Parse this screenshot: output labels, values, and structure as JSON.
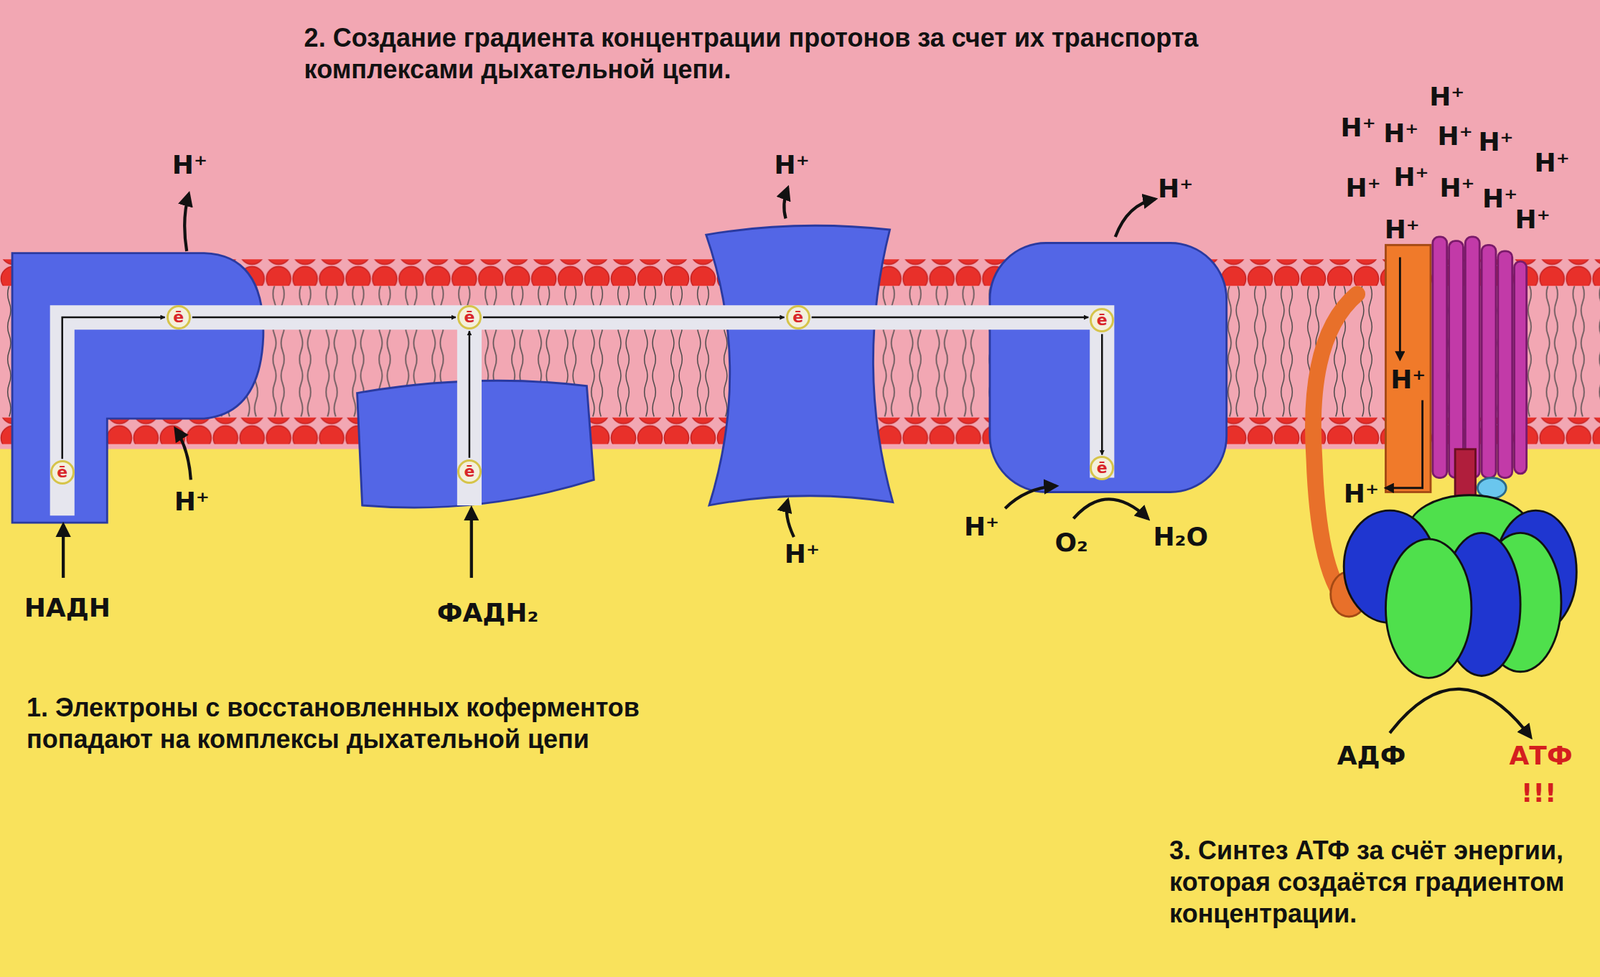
{
  "diagram": {
    "nodes": [
      {
        "text": [
          "ē"
        ]
      },
      {
        "text": [
          "ē"
        ]
      },
      {
        "text": [
          "ē"
        ]
      },
      {
        "text": [
          "ē"
        ]
      },
      {
        "text": [
          "ē"
        ]
      },
      {
        "text": [
          "ē"
        ]
      },
      {
        "text": [
          "ē"
        ]
      }
    ],
    "edges": [
      {
        "from": 0,
        "to": 1,
        "arrow": "to"
      },
      {
        "from": 1,
        "to": 2,
        "arrow": "to"
      },
      {
        "from": 3,
        "to": 2,
        "arrow": "to"
      },
      {
        "from": 2,
        "to": 4,
        "arrow": "to"
      },
      {
        "from": 4,
        "to": 5,
        "arrow": "to"
      },
      {
        "from": 5,
        "to": 6,
        "arrow": "to"
      }
    ],
    "labels": [
      "2. Создание градиента концентрации протонов за счет их транспорта комплексами дыхательной цепи.",
      "H⁺",
      "H⁺",
      "H⁺",
      "H⁺",
      "H⁺",
      "H⁺",
      "H⁺",
      "H⁺",
      "H⁺",
      "H⁺",
      "H⁺",
      "H⁺",
      "H⁺",
      "H⁺",
      "H⁺",
      "H⁺",
      "H⁺",
      "H⁺",
      "H⁺",
      "H⁺",
      "O₂",
      "H₂O",
      "НАДН",
      "ФАДН₂",
      "1. Электроны с восстановленных коферментов попадают на комплексы дыхательной цепи",
      "АДФ",
      "АТФ",
      "!!!",
      "3. Синтез АТФ за счёт энергии, которая создаётся градиентом концентрации."
    ]
  }
}
